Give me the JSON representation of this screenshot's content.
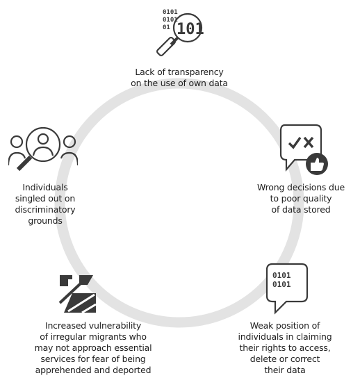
{
  "diagram": {
    "ring_color": "#e3e3e3",
    "icon_color": "#3a3a3a",
    "nodes": [
      {
        "id": "top",
        "icon": "binary-magnifier-icon",
        "label": "Lack of transparency\non the use of own data"
      },
      {
        "id": "right",
        "icon": "speech-bubble-decision-icon",
        "label": "Wrong decisions due\nto poor quality\nof data stored"
      },
      {
        "id": "bottom_right",
        "icon": "binary-speech-bubble-icon",
        "label": "Weak position of\nindividuals in claiming\ntheir rights to access,\ndelete or correct\ntheir data"
      },
      {
        "id": "bottom_left",
        "icon": "barrier-gate-icon",
        "label": "Increased vulnerability\nof irregular migrants who\nmay not approach essential\nservices for fear of being\napprehended and deported"
      },
      {
        "id": "left",
        "icon": "profiling-magnifier-icon",
        "label": "Individuals\nsingled out on\ndiscriminatory\ngrounds"
      }
    ]
  }
}
